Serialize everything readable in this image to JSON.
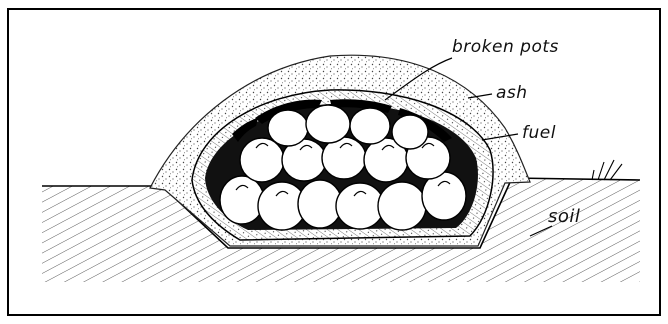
{
  "diagram": {
    "labels": {
      "broken_pots": "broken pots",
      "ash": "ash",
      "fuel": "fuel",
      "soil": "soil"
    }
  }
}
